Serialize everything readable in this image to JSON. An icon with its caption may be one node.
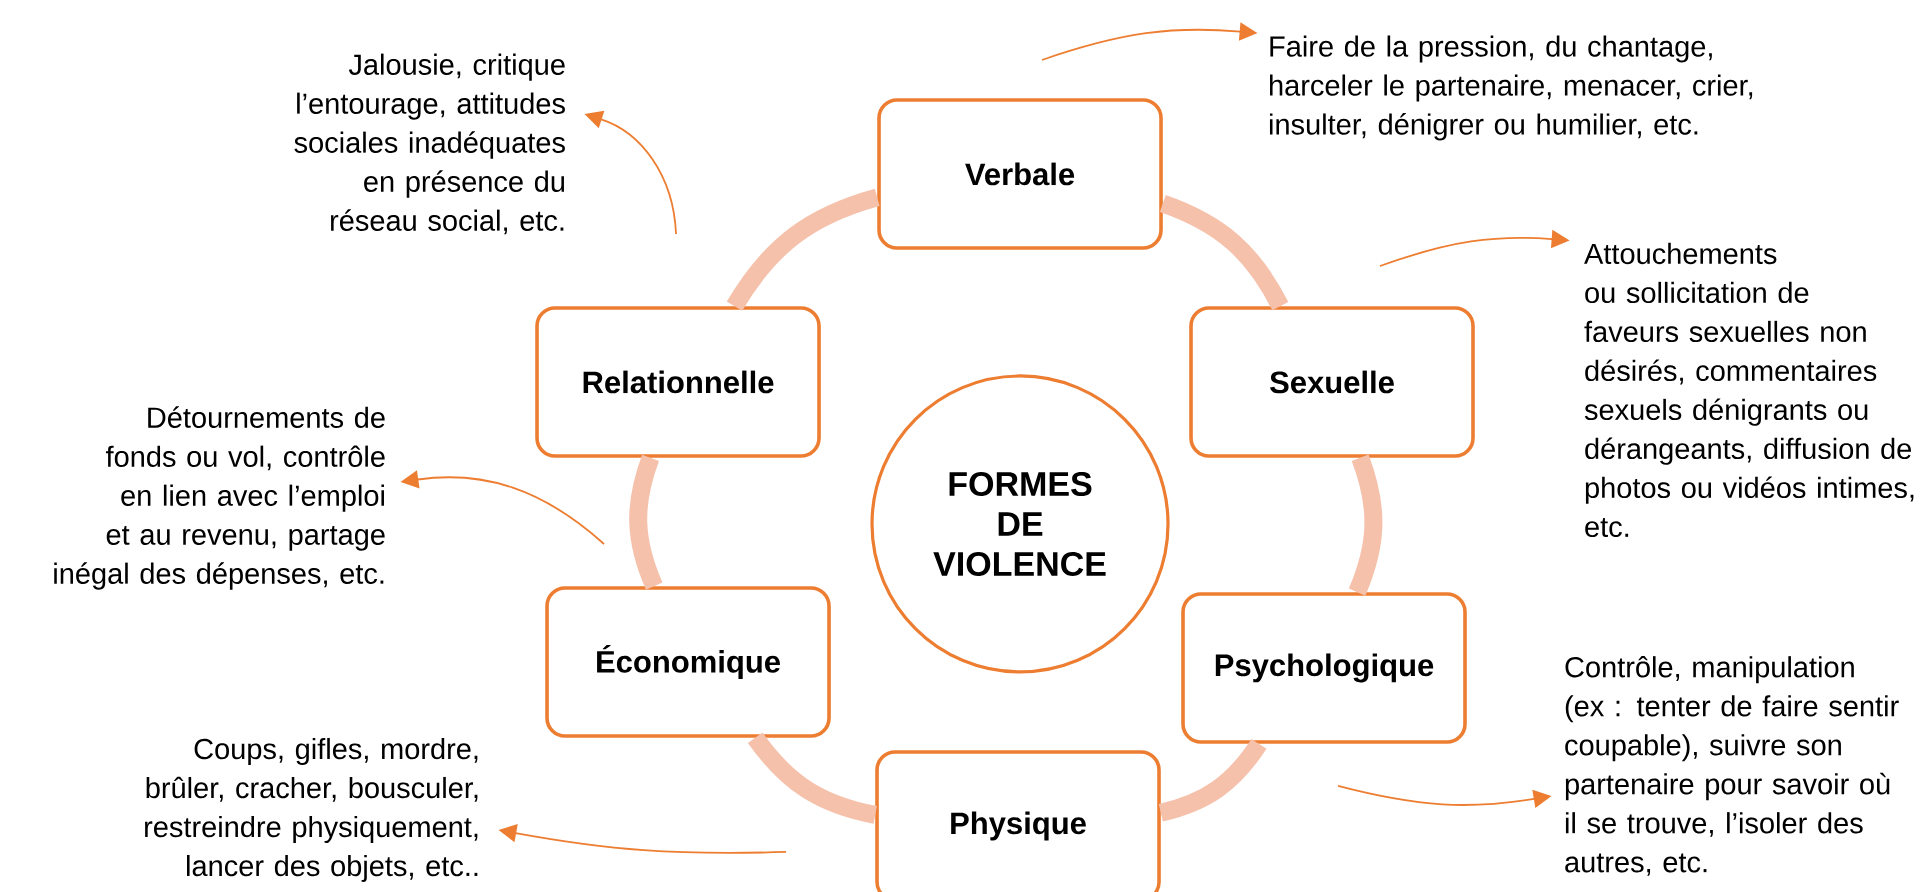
{
  "diagram": {
    "nodes": [
      {
        "text": [
          "FORMES DE VIOLENCE"
        ]
      },
      {
        "text": [
          "Verbale"
        ]
      },
      {
        "text": [
          "Sexuelle"
        ]
      },
      {
        "text": [
          "Psychologique"
        ]
      },
      {
        "text": [
          "Physique"
        ]
      },
      {
        "text": [
          "Économique"
        ]
      },
      {
        "text": [
          "Relationnelle"
        ]
      },
      {
        "text": [
          "Faire de la pression, du chantage, harceler le partenaire, menacer, crier, insulter, dénigrer ou humilier, etc."
        ]
      },
      {
        "text": [
          "Attouchements ou sollicitation de faveurs sexuelles non désirés, commentaires sexuels dénigrants ou dérangeants, diffusion de photos ou vidéos intimes, etc."
        ]
      },
      {
        "text": [
          "Contrôle, manipulation (ex : tenter de faire sentir coupable), suivre son partenaire pour savoir où il se trouve, l’isoler des autres, etc."
        ]
      },
      {
        "text": [
          "Coups, gifles, mordre, brûler, cracher, bousculer, restreindre physiquement, lancer des objets, etc.."
        ]
      },
      {
        "text": [
          "Détournements de fonds ou vol, contrôle en lien avec l’emploi et au revenu, partage inégal des dépenses, etc."
        ]
      },
      {
        "text": [
          "Jalousie, critique l’entourage, attitudes sociales inadéquates en présence du réseau social, etc."
        ]
      }
    ],
    "edges": [
      {
        "from": 1,
        "to": 2,
        "arrow": "none",
        "style": "thick",
        "color": "#f5c1ab"
      },
      {
        "from": 2,
        "to": 3,
        "arrow": "none",
        "style": "thick",
        "color": "#f5c1ab"
      },
      {
        "from": 3,
        "to": 4,
        "arrow": "none",
        "style": "thick",
        "color": "#f5c1ab"
      },
      {
        "from": 4,
        "to": 5,
        "arrow": "none",
        "style": "thick",
        "color": "#f5c1ab"
      },
      {
        "from": 5,
        "to": 6,
        "arrow": "none",
        "style": "thick",
        "color": "#f5c1ab"
      },
      {
        "from": 6,
        "to": 1,
        "arrow": "none",
        "style": "thick",
        "color": "#f5c1ab"
      },
      {
        "from": null,
        "to": 7,
        "arrow": "to",
        "color": "#ed7d31"
      },
      {
        "from": null,
        "to": 8,
        "arrow": "to",
        "color": "#ed7d31"
      },
      {
        "from": null,
        "to": 9,
        "arrow": "to",
        "color": "#ed7d31"
      },
      {
        "from": null,
        "to": 10,
        "arrow": "to",
        "color": "#ed7d31"
      },
      {
        "from": null,
        "to": 11,
        "arrow": "to",
        "color": "#ed7d31"
      },
      {
        "from": null,
        "to": 12,
        "arrow": "to",
        "color": "#ed7d31"
      }
    ]
  }
}
